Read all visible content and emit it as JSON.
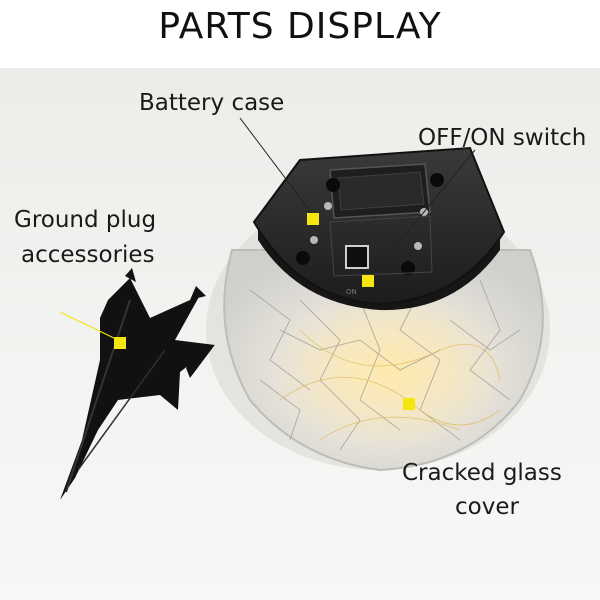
{
  "title": "PARTS DISPLAY",
  "labels": {
    "battery_case": "Battery case",
    "switch": "OFF/ON switch",
    "ground_plug_line1": "Ground plug",
    "ground_plug_line2": "accessories",
    "glass_line1": "Cracked glass",
    "glass_line2": "cover"
  },
  "colors": {
    "marker": "#f5e60f",
    "lid": "#2b2b2b",
    "stake": "#111111"
  }
}
